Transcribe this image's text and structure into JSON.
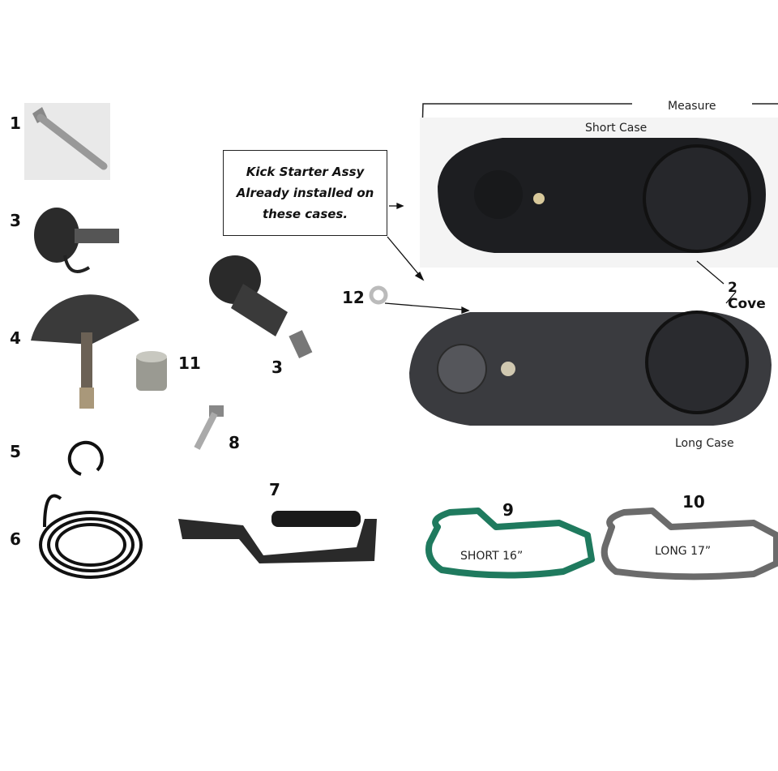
{
  "part_numbers": {
    "p1": "1",
    "p3a": "3",
    "p3b": "3",
    "p4": "4",
    "p5": "5",
    "p6": "6",
    "p7": "7",
    "p8": "8",
    "p9": "9",
    "p10": "10",
    "p11": "11",
    "p12": "12",
    "p2": "2 Cove"
  },
  "labels": {
    "measure": "Measure",
    "short_case": "Short Case",
    "long_case": "Long Case",
    "gasket_short": "SHORT 16”",
    "gasket_long": "LONG 17”"
  },
  "note": {
    "line1": "Kick Starter Assy",
    "line2": "Already installed on",
    "line3": "these cases."
  },
  "colors": {
    "gasket_short": "#1f7a5e",
    "gasket_long": "#6b6b6b",
    "case": "#1c1d20"
  }
}
